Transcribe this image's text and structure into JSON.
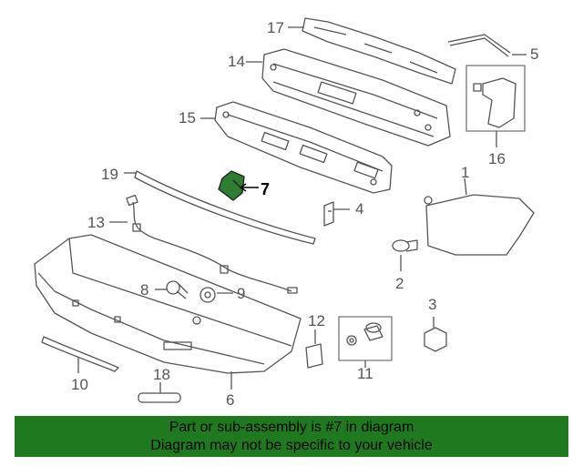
{
  "callouts": {
    "c1": "1",
    "c2": "2",
    "c3": "3",
    "c4": "4",
    "c5": "5",
    "c6": "6",
    "c7": "7",
    "c8": "8",
    "c9": "9",
    "c10": "10",
    "c11": "11",
    "c12": "12",
    "c13": "13",
    "c14": "14",
    "c15": "15",
    "c16": "16",
    "c17": "17",
    "c18": "18",
    "c19": "19"
  },
  "highlight_color": "#2e7d32",
  "banner": {
    "line1": "Part or sub-assembly is #7 in diagram",
    "line2": "Diagram may not be specific to your vehicle",
    "background": "#1f7a1f"
  }
}
